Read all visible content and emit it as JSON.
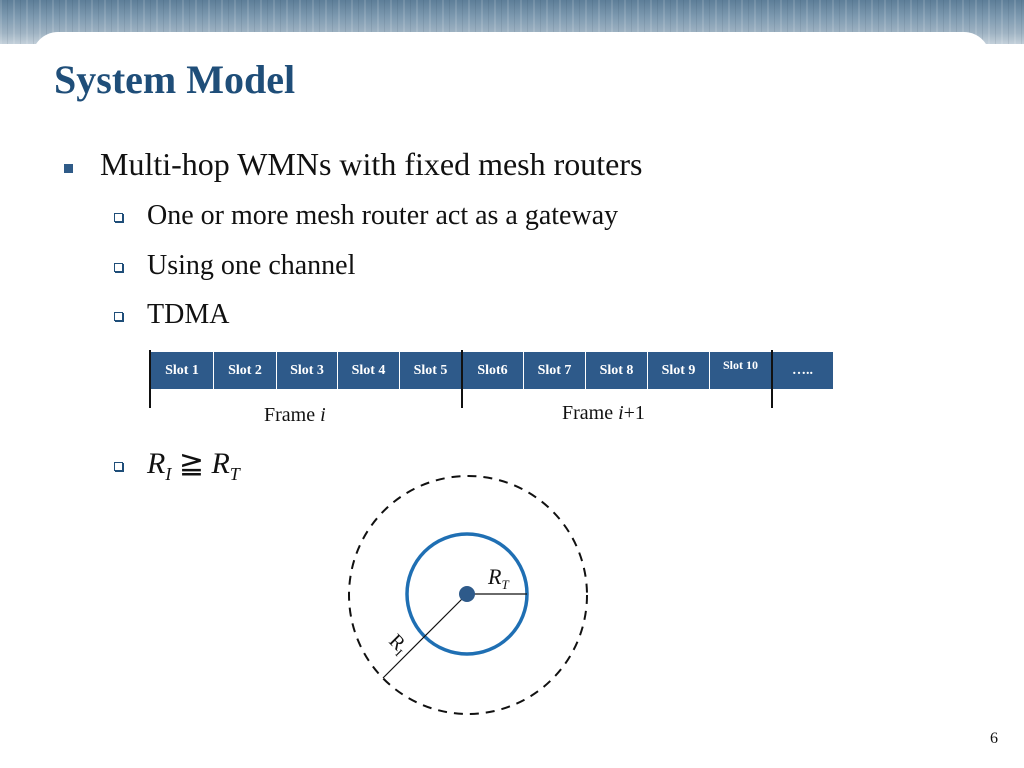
{
  "slide": {
    "title": "System Model",
    "bullet_main": "Multi-hop WMNs with fixed mesh routers",
    "sub_bullets": [
      "One or more mesh router act as a gateway",
      "Using one channel",
      "TDMA"
    ],
    "slots": [
      "Slot 1",
      "Slot 2",
      "Slot 3",
      "Slot 4",
      "Slot 5",
      "Slot6",
      "Slot 7",
      "Slot 8",
      "Slot 9",
      "Slot 10",
      "….."
    ],
    "frame_i_label": "Frame ",
    "frame_i_var": "i",
    "frame_next_label": "Frame ",
    "frame_next_var": "i",
    "frame_next_suffix": "+1",
    "formula": {
      "left": "R",
      "left_sub": "I",
      "relation": "≧",
      "right": "R",
      "right_sub": "T"
    },
    "diagram": {
      "label_transmission": "R",
      "label_transmission_sub": "T",
      "label_interference": "R",
      "label_interference_sub": "I",
      "inner_circle_color": "#1f6fb3",
      "center_color": "#2e5a8a",
      "outer_circle_style": "dashed"
    },
    "page_number": "6"
  },
  "colors": {
    "title": "#1f4e79",
    "slot_fill": "#2e5a8a",
    "bullet": "#2f5b88"
  }
}
